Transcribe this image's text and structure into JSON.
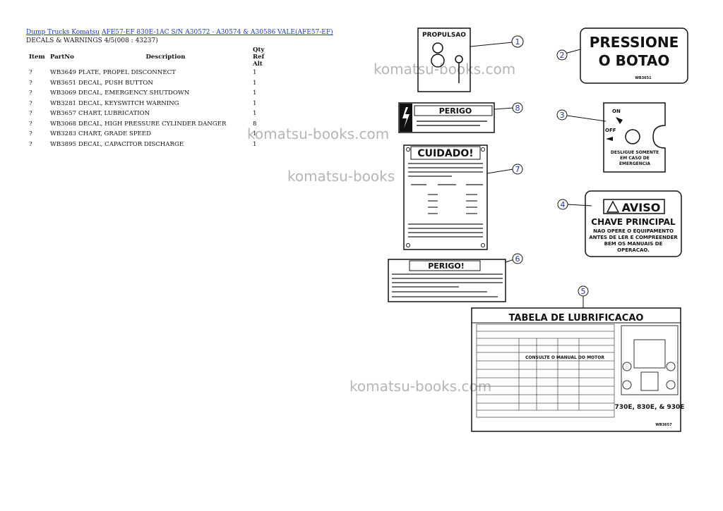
{
  "breadcrumb": {
    "link1": "Dump Trucks Komatsu",
    "link2": "AFE57-EF 830E-1AC S/N A30572 - A30574 & A30586 VALE(AFE57-EF)"
  },
  "subtitle": "DECALS & WARNINGS 4/5(008 : 43237)",
  "table": {
    "headers": {
      "item": "Item",
      "partno": "PartNo",
      "description": "Description",
      "qty": "Qty",
      "ref": "Ref",
      "alt": "Alt"
    },
    "rows": [
      {
        "item": "?",
        "partno": "WB3649",
        "description": "PLATE, PROPEL DISCONNECT",
        "qty": "1"
      },
      {
        "item": "?",
        "partno": "WB3651",
        "description": "DECAL, PUSH BUTTON",
        "qty": "1"
      },
      {
        "item": "?",
        "partno": "WB3069",
        "description": "DECAL, EMERGENCY SHUTDOWN",
        "qty": "1"
      },
      {
        "item": "?",
        "partno": "WB3281",
        "description": "DECAL, KEYSWITCH WARNING",
        "qty": "1"
      },
      {
        "item": "?",
        "partno": "WB3657",
        "description": "CHART, LUBRICATION",
        "qty": "1"
      },
      {
        "item": "?",
        "partno": "WB3068",
        "description": "DECAL, HIGH PRESSURE CYLINDER DANGER",
        "qty": "8"
      },
      {
        "item": "?",
        "partno": "WB3283",
        "description": "CHART, GRADE SPEED",
        "qty": "1"
      },
      {
        "item": "?",
        "partno": "WB3895",
        "description": "DECAL, CAPACITOR DISCHARGE",
        "qty": "1"
      }
    ]
  },
  "watermark": "komatsu-books.com",
  "watermark_short": "komatsu-books",
  "drawing": {
    "propulsao": "PROPULSAO",
    "pressione_1": "PRESSIONE",
    "pressione_2": "O BOTAO",
    "pressione_code": "WB3651",
    "perigo": "PERIGO",
    "on": "ON",
    "off": "OFF",
    "desligue_1": "DESLIGUE SOMENTE",
    "desligue_2": "EM CASO DE",
    "desligue_3": "EMERGENCIA",
    "cuidado": "CUIDADO!",
    "aviso": "AVISO",
    "aviso_1": "CHAVE PRINCIPAL",
    "aviso_2": "NAO OPERE O EQUIPAMENTO",
    "aviso_3": "ANTES DE LER E COMPREENDER",
    "aviso_4": "BEM OS MANUAIS DE",
    "aviso_5": "OPERACAO.",
    "perigo2": "PERIGO!",
    "tabela": "TABELA DE LUBRIFICACAO",
    "consulte": "CONSULTE O MANUAL DO MOTOR",
    "models": "730E, 830E, & 930E",
    "lub_code": "WB3657",
    "callouts": [
      "1",
      "2",
      "3",
      "4",
      "5",
      "6",
      "7",
      "8"
    ]
  }
}
